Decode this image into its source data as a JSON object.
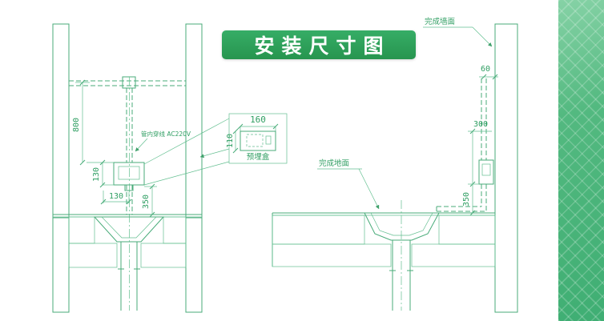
{
  "title": "安装尺寸图",
  "colors": {
    "line_green": "#48ab79",
    "text_green": "#2f9e62",
    "banner_green": "#2da35d",
    "strip_green": "#4db57d",
    "background": "#ffffff"
  },
  "left_view": {
    "wire_note": "管内穿线  AC220V",
    "dims": {
      "height_800": "800",
      "box_130": "130",
      "offset_130": "130",
      "spud_350": "350"
    }
  },
  "detail": {
    "dim_width": "160",
    "dim_height": "110",
    "label": "预埋盒"
  },
  "right_view": {
    "wall_finish": "完成墙面",
    "floor_finish": "完成地面",
    "dims": {
      "wall_offset_60": "60",
      "pipe_300": "300",
      "spud_350": "350"
    }
  }
}
